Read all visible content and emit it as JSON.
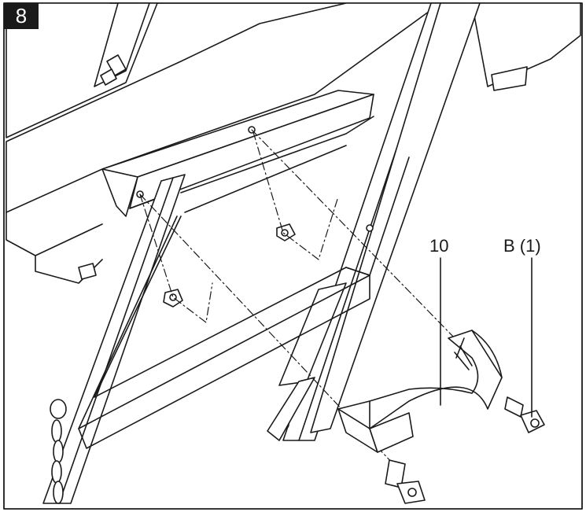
{
  "step": {
    "number": "8"
  },
  "callouts": {
    "part_handle": "10",
    "part_screw": "B (1)"
  },
  "colors": {
    "line": "#1a1a1a",
    "badge_bg": "#1a1a1a",
    "badge_text": "#ffffff",
    "fill": "#ffffff"
  }
}
